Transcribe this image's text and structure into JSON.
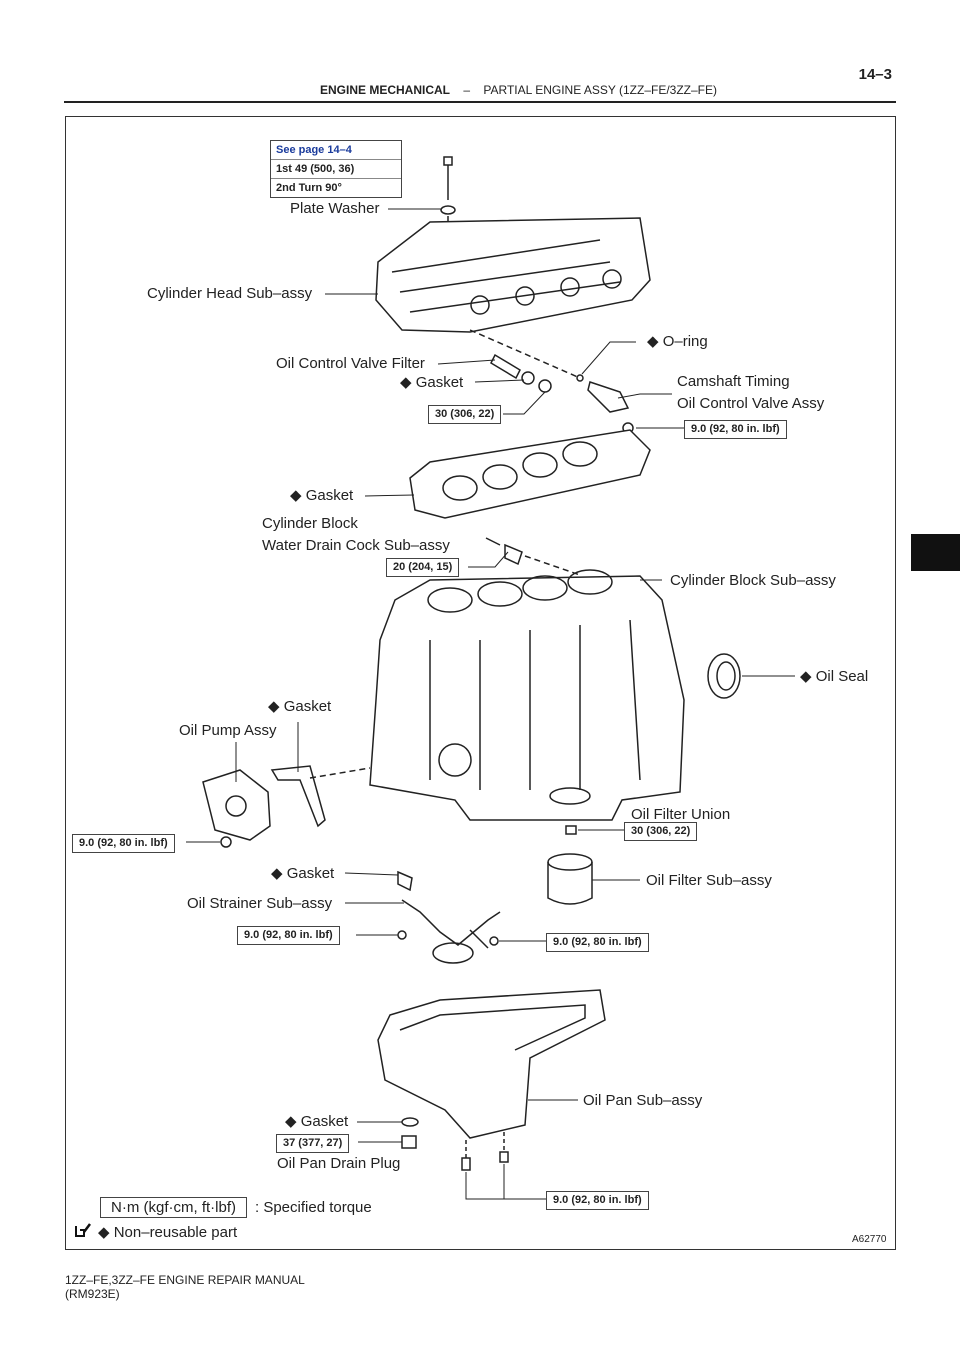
{
  "header": {
    "section": "ENGINE MECHANICAL",
    "separator": "–",
    "subsection": "PARTIAL ENGINE ASSY (1ZZ–FE/3ZZ–FE)",
    "page_number": "14–3"
  },
  "note_box": {
    "reference": "See page 14–4",
    "line1": "1st 49 (500, 36)",
    "line2": "2nd Turn 90°"
  },
  "labels": {
    "plate_washer": "Plate Washer",
    "cylinder_head": "Cylinder Head Sub–assy",
    "o_ring": "◆ O–ring",
    "oil_control_valve_filter": "Oil Control Valve Filter",
    "gasket_1": "◆ Gasket",
    "camshaft_line1": "Camshaft Timing",
    "camshaft_line2": "Oil Control Valve Assy",
    "gasket_2": "◆ Gasket",
    "water_drain_line1": "Cylinder Block",
    "water_drain_line2": "Water Drain Cock Sub–assy",
    "cylinder_block": "Cylinder Block Sub–assy",
    "oil_seal": "◆ Oil Seal",
    "gasket_3": "◆ Gasket",
    "oil_pump": "Oil Pump Assy",
    "oil_filter_union": "Oil Filter Union",
    "gasket_4": "◆ Gasket",
    "oil_filter": "Oil Filter Sub–assy",
    "oil_strainer": "Oil Strainer Sub–assy",
    "oil_pan": "Oil Pan Sub–assy",
    "gasket_5": "◆ Gasket",
    "oil_pan_drain_plug": "Oil Pan Drain Plug"
  },
  "torques": {
    "t_ocv_filter": "30 (306, 22)",
    "t_camshaft": "9.0 (92, 80 in. lbf)",
    "t_drain_cock": "20 (204, 15)",
    "t_oil_pump": "9.0 (92, 80 in. lbf)",
    "t_filter_union": "30 (306, 22)",
    "t_strainer_left": "9.0 (92, 80 in. lbf)",
    "t_strainer_right": "9.0 (92, 80 in. lbf)",
    "t_drain_plug": "37 (377, 27)",
    "t_oil_pan": "9.0 (92, 80 in. lbf)"
  },
  "legend": {
    "unit_box": "N·m (kgf·cm, ft·lbf)",
    "unit_text": ": Specified torque",
    "non_reusable": "◆ Non–reusable part"
  },
  "figure_id": "A62770",
  "footer": {
    "line1": "1ZZ–FE,3ZZ–FE ENGINE REPAIR MANUAL",
    "line2": "(RM923E)"
  }
}
